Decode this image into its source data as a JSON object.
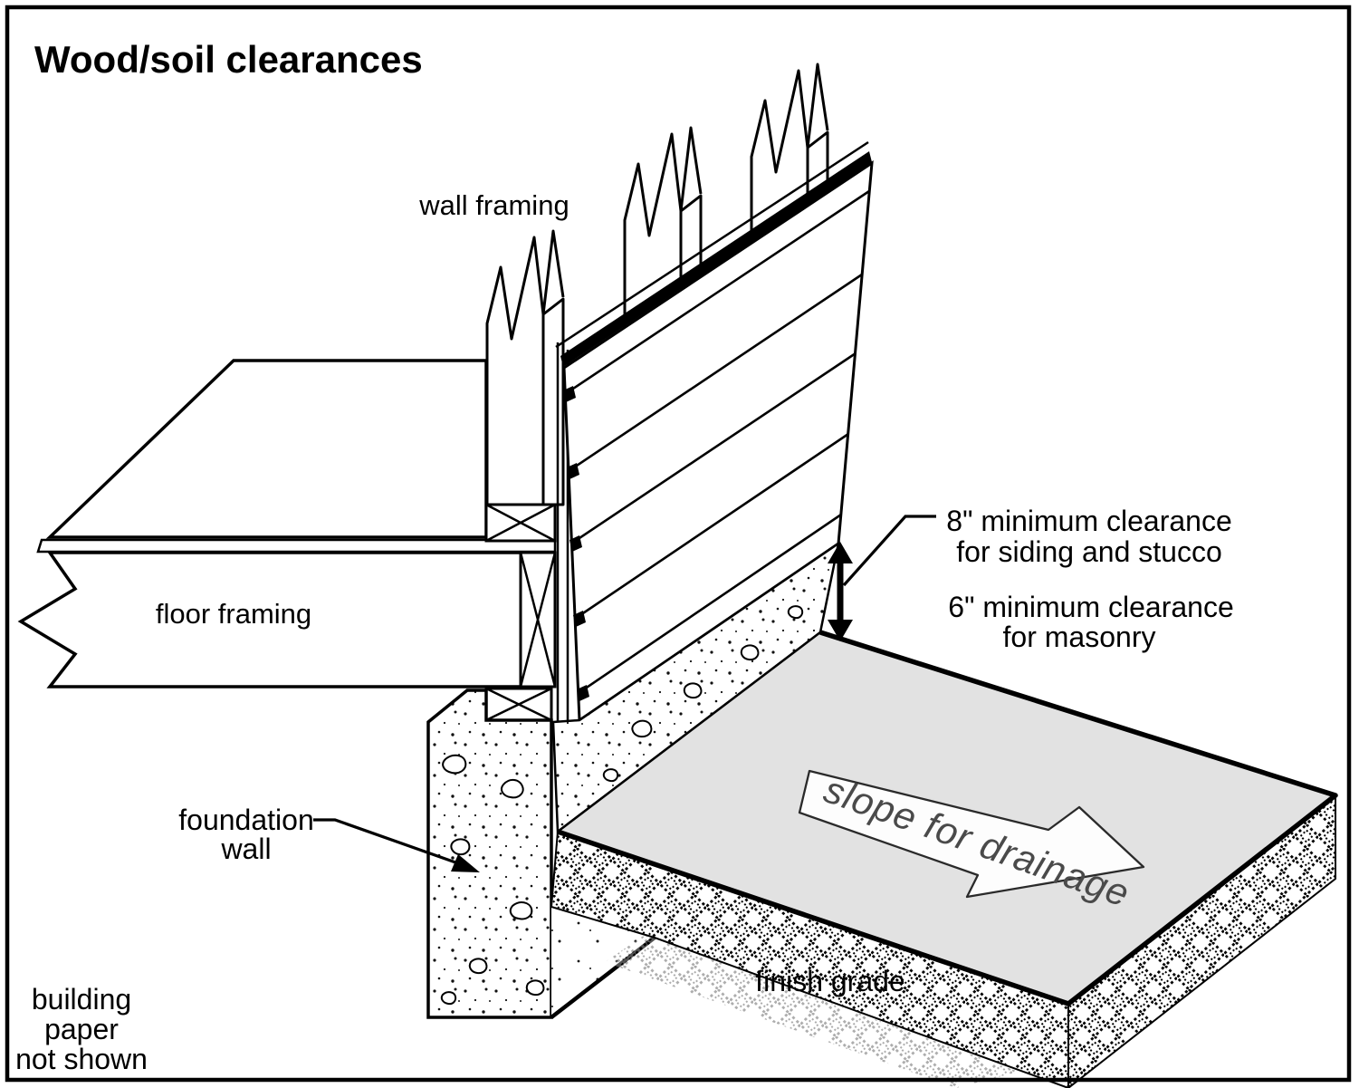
{
  "title": "Wood/soil clearances",
  "labels": {
    "wall_framing": "wall framing",
    "floor_framing": "floor framing",
    "foundation_line1": "foundation",
    "foundation_line2": "wall",
    "finish_grade": "finish grade",
    "slope_arrow": "slope for drainage",
    "building_paper_line1": "building",
    "building_paper_line2": "paper",
    "building_paper_line3": "not shown"
  },
  "clearances": {
    "siding_line1": "8\" minimum clearance",
    "siding_line2": "for siding and stucco",
    "masonry_line1": "6\" minimum clearance",
    "masonry_line2": "for masonry"
  },
  "colors": {
    "line": "#000000",
    "background": "#ffffff",
    "grade_surface": "#e2e2e2",
    "slope_text": "#4a4a4a"
  }
}
